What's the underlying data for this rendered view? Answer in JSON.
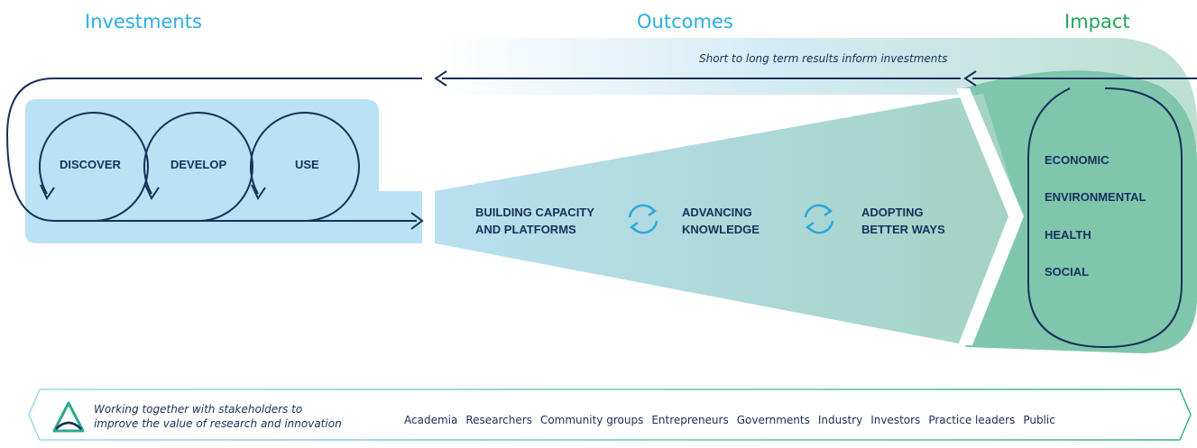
{
  "headings": {
    "investments": "Investments",
    "outcomes": "Outcomes",
    "impact": "Impact"
  },
  "feedback_caption": "Short to long term results inform investments",
  "investment_stages": [
    "DISCOVER",
    "DEVELOP",
    "USE"
  ],
  "outcomes": {
    "building": [
      "BUILDING CAPACITY",
      "AND PLATFORMS"
    ],
    "advancing": [
      "ADVANCING",
      "KNOWLEDGE"
    ],
    "adopting": [
      "ADOPTING",
      "BETTER WAYS"
    ]
  },
  "impacts": [
    "ECONOMIC",
    "ENVIRONMENTAL",
    "HEALTH",
    "SOCIAL"
  ],
  "stakeholder_banner": {
    "line1": "Working together with stakeholders to",
    "line2": "improve the value of research and innovation",
    "groups": [
      "Academia",
      "Researchers",
      "Community groups",
      "Entrepreneurs",
      "Governments",
      "Industry",
      "Investors",
      "Practice leaders",
      "Public"
    ]
  },
  "colors": {
    "investments_heading": "#29aee4",
    "outcomes_heading": "#29aee4",
    "impact_heading": "#21a55a",
    "navy": "#17305a",
    "light_blue_fill": "#b9e2f4",
    "teal_fill": "#7fc6ad",
    "cycle_icon": "#2ba8df"
  },
  "icons": [
    "refresh-cycle-icon",
    "stakeholder-logo-icon"
  ]
}
